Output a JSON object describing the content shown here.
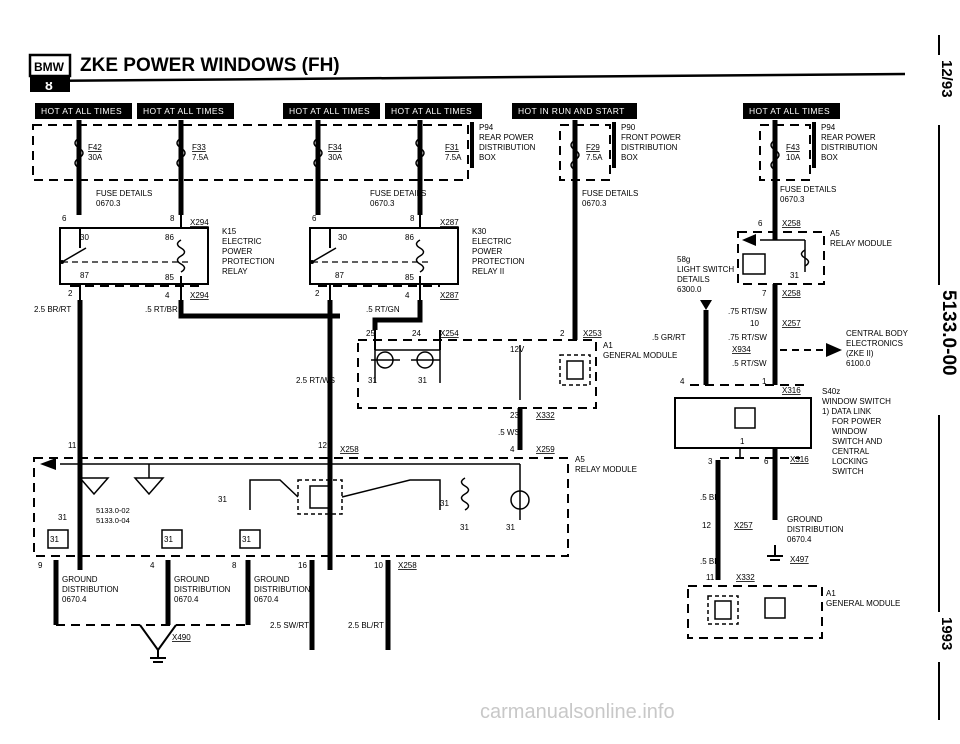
{
  "header": {
    "logo": "BMW",
    "logo_sub": "8",
    "title": "ZKE POWER WINDOWS (FH)"
  },
  "side": {
    "date": "12/93",
    "section": "5133.0-00",
    "year": "1993"
  },
  "watermark": "carmanualsonline.info",
  "tags": {
    "t1": "HOT AT ALL TIMES",
    "t2": "HOT AT ALL TIMES",
    "t3": "HOT AT ALL TIMES",
    "t4": "HOT AT ALL TIMES",
    "t5": "HOT IN RUN AND START",
    "t6": "HOT AT ALL TIMES"
  },
  "fuses": {
    "f42": "F42",
    "f42a": "30A",
    "f33": "F33",
    "f33a": "7.5A",
    "f34": "F34",
    "f34a": "30A",
    "f31": "F31",
    "f31a": "7.5A",
    "f29": "F29",
    "f29a": "7.5A",
    "f43": "F43",
    "f43a": "10A"
  },
  "labels": {
    "p94a": "P94",
    "p94a2": "REAR POWER",
    "p94a3": "DISTRIBUTION",
    "p94a4": "BOX",
    "p90": "P90",
    "p90b": "FRONT POWER",
    "p90c": "DISTRIBUTION",
    "p90d": "BOX",
    "p94b": "P94",
    "p94b2": "REAR POWER",
    "p94b3": "DISTRIBUTION",
    "p94b4": "BOX",
    "fd1": "FUSE DETAILS",
    "fd1b": "0670.3",
    "fd2": "FUSE DETAILS",
    "fd2b": "0670.3",
    "fd3": "FUSE DETAILS",
    "fd3b": "0670.3",
    "fd4": "FUSE DETAILS",
    "fd4b": "0670.3",
    "k15a": "K15",
    "k15b": "ELECTRIC",
    "k15c": "POWER",
    "k15d": "PROTECTION",
    "k15e": "RELAY",
    "k30a": "K30",
    "k30b": "ELECTRIC",
    "k30c": "POWER",
    "k30d": "PROTECTION",
    "k30e": "RELAY II",
    "x294a": "X294",
    "x294b": "X294",
    "x287a": "X287",
    "x287b": "X287",
    "x254": "X254",
    "x253": "X253",
    "x332a": "X332",
    "x259": "X259",
    "x258a": "X258",
    "x258b": "X258",
    "x258c": "X258",
    "x258d": "X258",
    "x257a": "X257",
    "x257b": "X257",
    "x934": "X934",
    "x316a": "X316",
    "x316b": "X316",
    "x332b": "X332",
    "x497": "X497",
    "x490": "X490",
    "a1": "A1",
    "a1b": "GENERAL MODULE",
    "a1c": "A1",
    "a1d": "GENERAL MODULE",
    "a5": "A5",
    "a5b": "RELAY MODULE",
    "a5c": "A5",
    "a5d": "RELAY MODULE",
    "cbe1": "CENTRAL BODY",
    "cbe2": "ELECTRONICS",
    "cbe3": "(ZKE II)",
    "cbe4": "6100.0",
    "s402a": "S40z",
    "s402b": "WINDOW SWITCH",
    "s402c": "1) DATA LINK",
    "s402d": "FOR POWER",
    "s402e": "WINDOW",
    "s402f": "SWITCH AND",
    "s402g": "CENTRAL",
    "s402h": "LOCKING",
    "s402i": "SWITCH",
    "s58a": "58g",
    "s58b": "LIGHT SWITCH",
    "s58c": "DETAILS",
    "s58d": "6300.0",
    "gd1a": "GROUND",
    "gd1b": "DISTRIBUTION",
    "gd1c": "0670.4",
    "gd2a": "GROUND",
    "gd2b": "DISTRIBUTION",
    "gd2c": "0670.4",
    "gd3a": "GROUND",
    "gd3b": "DISTRIBUTION",
    "gd3c": "0670.4",
    "gd4a": "GROUND",
    "gd4b": "DISTRIBUTION",
    "gd4c": "0670.4",
    "w1": "2.5 BR/RT",
    "w2": ".5 RT/BR",
    "w3": ".5 RT/GN",
    "w4": "2.5 RT/WS",
    "w5": ".5 WS",
    "w6": ".5 GR/RT",
    "w7": ".75 RT/SW",
    "w8": ".75 RT/SW",
    "w9": ".5 RT/SW",
    "w10": ".5 BL",
    "w11": ".5 BL",
    "w12": "2.5 SW/RT",
    "w13": "2.5 BL/RT",
    "ref1": "5133.0-02",
    "ref2": "5133.0-04",
    "v12": "12V"
  },
  "pins": {
    "p6a": "6",
    "p8a": "8",
    "p30a": "30",
    "p86a": "86",
    "p87a": "87",
    "p85a": "85",
    "p2a": "2",
    "p4a": "4",
    "p6b": "6",
    "p8b": "8",
    "p30b": "30",
    "p86b": "86",
    "p87b": "87",
    "p85b": "85",
    "p2b": "2",
    "p4b": "4",
    "p25": "25",
    "p24": "24",
    "p2c": "2",
    "p23": "23",
    "p4c": "4",
    "p11a": "11",
    "p12": "12",
    "p9": "9",
    "p4d": "4",
    "p8c": "8",
    "p16": "16",
    "p10": "10",
    "p6c": "6",
    "p7": "7",
    "p10b": "10",
    "p4e": "4",
    "p1a": "1",
    "p1b": "1",
    "p3": "3",
    "p6d": "6",
    "p12b": "12",
    "p11b": "11",
    "g31a": "31",
    "g31b": "31",
    "g31c": "31",
    "g31d": "31",
    "g31e": "31",
    "g31f": "31",
    "g31g": "31",
    "g31h": "31",
    "g31i": "31",
    "g31j": "31",
    "g31k": "31"
  }
}
